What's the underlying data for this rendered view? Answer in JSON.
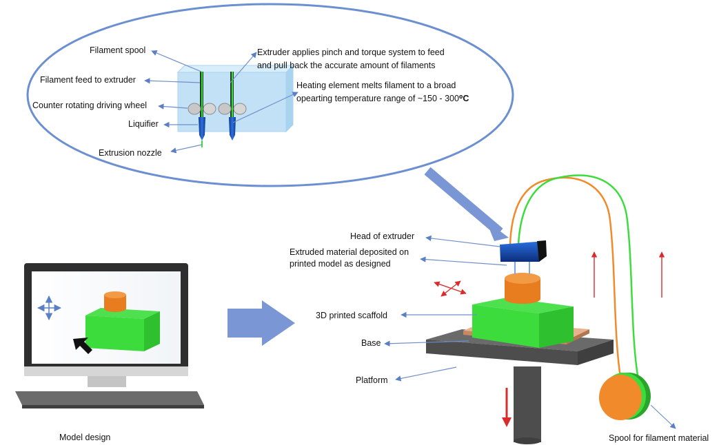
{
  "callout": {
    "filament_spool": "Filament spool",
    "filament_feed": "Filament feed to extruder",
    "driving_wheel": "Counter rotating driving wheel",
    "liquifier": "Liquifier",
    "nozzle": "Extrusion nozzle",
    "extruder_line1": "Extruder applies pinch and torque system to feed",
    "extruder_line2": "and pull back the accurate amount of filaments",
    "heating_line1": "Heating element melts filament to a broad",
    "heating_line2": "opearting temperature range of ~150 - 300",
    "heating_unit": "⁰C"
  },
  "printer": {
    "head": "Head of extruder",
    "extruded_line1": "Extruded material deposited on",
    "extruded_line2": "printed model as designed",
    "scaffold": "3D printed scaffold",
    "base": "Base",
    "platform": "Platform",
    "spool": "Spool for filament material"
  },
  "model": {
    "caption": "Model design"
  },
  "colors": {
    "green": "#3ddc3d",
    "orange": "#f08a2a",
    "blue_arrow": "#7a96d4",
    "platform": "#5a5a5a",
    "base": "#d9a07a",
    "red": "#d92b2b",
    "line": "#6f8fc9"
  }
}
